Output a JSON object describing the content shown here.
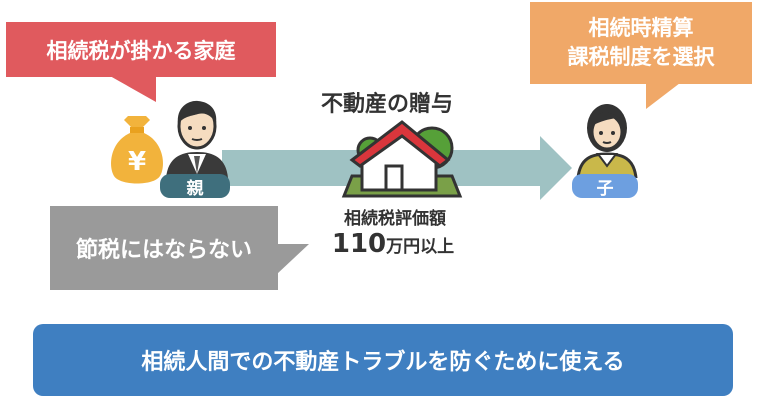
{
  "bubbles": {
    "parent_note": "相続税が掛かる家庭",
    "child_note_line1": "相続時精算",
    "child_note_line2": "課税制度を選択",
    "saving_note": "節税にはならない"
  },
  "title": "不動産の贈与",
  "labels": {
    "parent": "親",
    "child": "子",
    "coin_symbol": "¥"
  },
  "tax": {
    "label": "相続税評価額",
    "amount": "110",
    "unit": "万円以上"
  },
  "banner": "相続人間での不動産トラブルを防ぐために使える",
  "colors": {
    "red_bubble": "#e05a5e",
    "orange_bubble": "#f0a868",
    "gray_bubble": "#9a9a9a",
    "arrow": "#9fc2c3",
    "parent_tag": "#3f6f7d",
    "child_tag": "#6d9fe0",
    "banner": "#3f7fc1",
    "money_bag": "#f2b33c",
    "house_roof": "#d9363c"
  },
  "icons": [
    "money-bag-icon",
    "parent-person-icon",
    "house-with-trees-icon",
    "child-person-icon"
  ]
}
